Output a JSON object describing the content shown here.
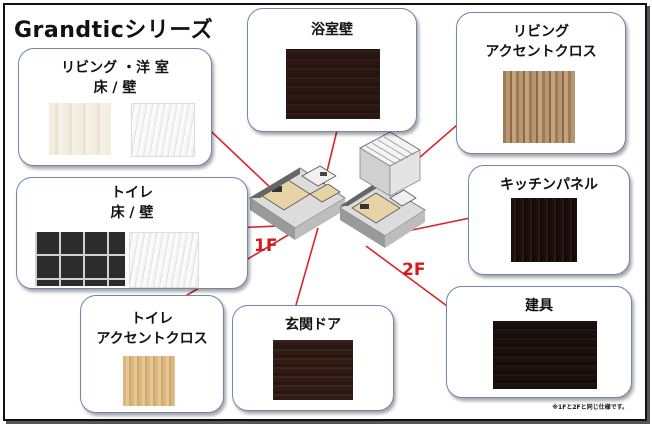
{
  "title": "Grandticシリーズ",
  "boxes": {
    "living_floor_wall": {
      "line1": "リビング ・洋 室",
      "line2": "床  /  壁"
    },
    "bath_wall": {
      "label": "浴室壁"
    },
    "living_accent": {
      "line1": "リビング",
      "line2": "アクセントクロス"
    },
    "toilet_floor_wall": {
      "line1": "トイレ",
      "line2": "床  /  壁"
    },
    "kitchen_panel": {
      "label": "キッチンパネル"
    },
    "toilet_accent": {
      "line1": "トイレ",
      "line2": "アクセントクロス"
    },
    "entrance_door": {
      "label": "玄関ドア"
    },
    "fittings": {
      "label": "建具"
    }
  },
  "floor_labels": {
    "first": "1F",
    "second": "2F"
  },
  "note": "※1Fと2Fと同じ仕様です。",
  "colors": {
    "box_border": "#6f86ad",
    "leader_line": "#d9252b",
    "dark_wood": "#2a1714",
    "floor_label": "#d41a1a"
  }
}
